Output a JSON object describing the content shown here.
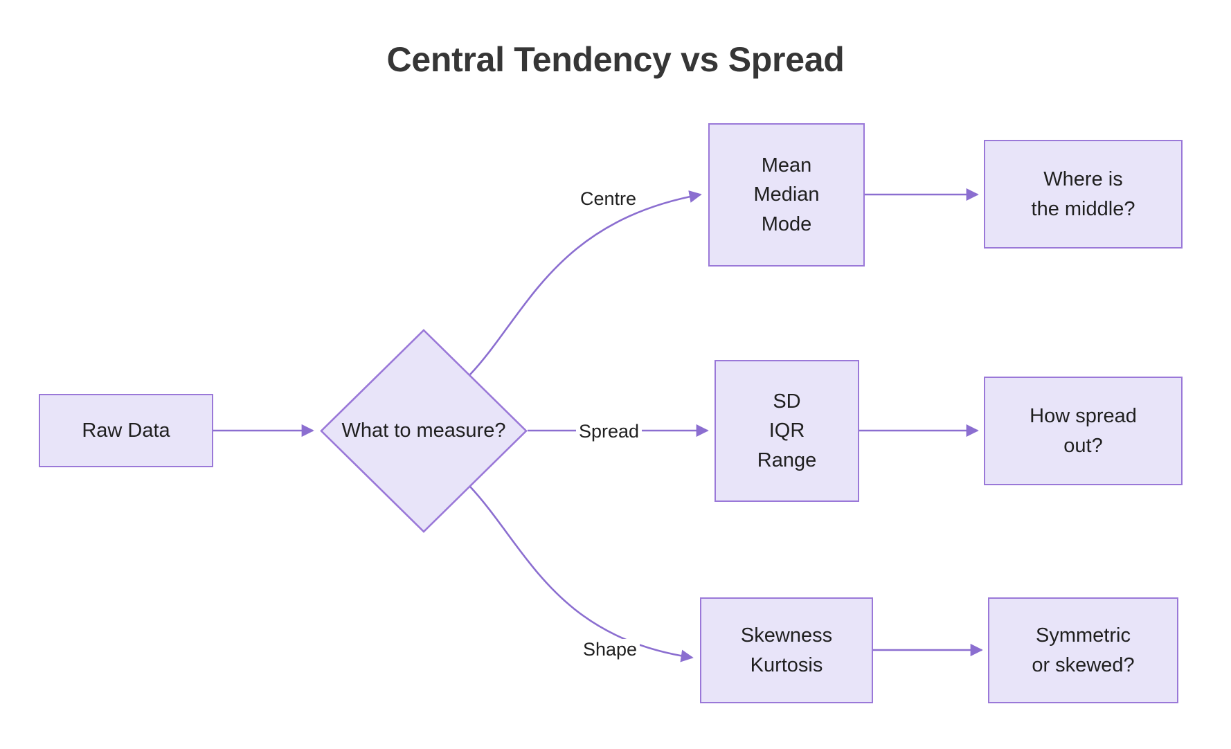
{
  "diagram": {
    "title": "Central Tendency vs Spread",
    "type": "flowchart",
    "direction": "left-to-right",
    "colors": {
      "node_fill": "#e8e4f9",
      "node_border": "#9a78d8",
      "edge_stroke": "#8b6ed0",
      "text": "#1f1f1f",
      "title_text": "#363636",
      "background": "#ffffff"
    },
    "nodes": {
      "raw_data": {
        "label": "Raw Data",
        "shape": "rect"
      },
      "decision": {
        "line1": "What to",
        "line2": "measure?",
        "shape": "diamond"
      },
      "centre_measures": {
        "line1": "Mean",
        "line2": "Median",
        "line3": "Mode",
        "shape": "rect"
      },
      "centre_question": {
        "line1": "Where is",
        "line2": "the middle?",
        "shape": "rect"
      },
      "spread_measures": {
        "line1": "SD",
        "line2": "IQR",
        "line3": "Range",
        "shape": "rect"
      },
      "spread_question": {
        "line1": "How spread",
        "line2": "out?",
        "shape": "rect"
      },
      "shape_measures": {
        "line1": "Skewness",
        "line2": "Kurtosis",
        "shape": "rect"
      },
      "shape_question": {
        "line1": "Symmetric",
        "line2": "or skewed?",
        "shape": "rect"
      }
    },
    "edge_labels": {
      "centre": "Centre",
      "spread": "Spread",
      "shape": "Shape"
    }
  }
}
